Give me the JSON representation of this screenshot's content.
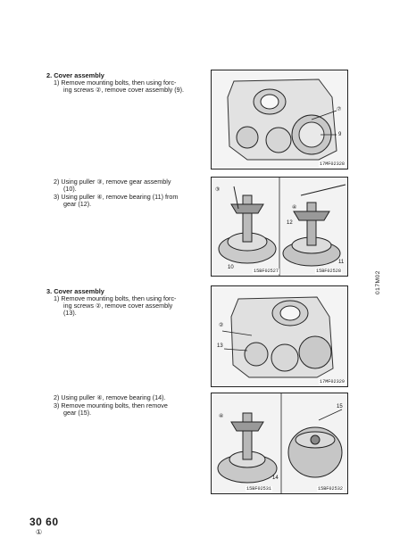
{
  "sections": [
    {
      "title": "2. Cover assembly",
      "steps": [
        "1) Remove mounting bolts, then using forc-",
        "ing screws ②, remove cover assembly (9)."
      ]
    },
    {
      "steps_a": [
        "2) Using puller ③, remove gear assembly",
        "(10)."
      ],
      "steps_b": [
        "3) Using puller ④, remove bearing (11) from",
        "gear (12)."
      ]
    },
    {
      "title": "3. Cover assembly",
      "steps": [
        "1) Remove mounting bolts, then using forc-",
        "ing screws ②, remove cover assembly",
        "(13)."
      ]
    },
    {
      "steps_a": [
        "2) Using puller ④, remove bearing (14)."
      ],
      "steps_b": [
        "3) Remove mounting bolts, then remove",
        "gear (15)."
      ]
    }
  ],
  "figures": {
    "fig1": {
      "caption": "17MF02328",
      "callouts": [
        "⑦",
        "9"
      ]
    },
    "fig2a": {
      "caption": "15BF02527",
      "callouts": [
        "③",
        "10"
      ]
    },
    "fig2b": {
      "caption": "15BF02528",
      "callouts": [
        "④",
        "12",
        "11"
      ]
    },
    "fig3": {
      "caption": "17MF02329",
      "callouts": [
        "②",
        "13"
      ]
    },
    "fig4a": {
      "caption": "15BF02531",
      "callouts": [
        "④",
        "14"
      ]
    },
    "fig4b": {
      "caption": "15BF02532",
      "callouts": [
        "15"
      ]
    }
  },
  "side_code": "017M02",
  "page_number": "30 60",
  "revision_mark": "①"
}
